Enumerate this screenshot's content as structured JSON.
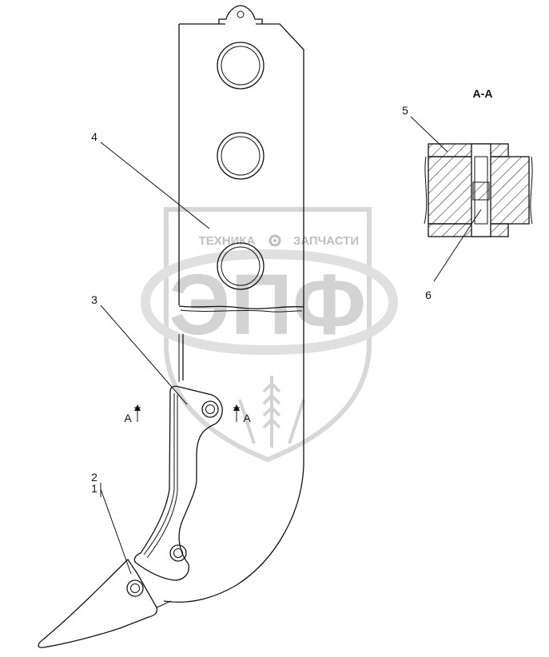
{
  "section_title": "A-A",
  "section_marks": [
    "A",
    "A"
  ],
  "callouts": {
    "c1": "1",
    "c2": "2",
    "c3": "3",
    "c4": "4",
    "c5": "5",
    "c6": "6"
  },
  "watermark": {
    "top_left": "ТЕХНИКА",
    "top_right": "ЗАПЧАСТИ",
    "logo": "ЭПФ"
  }
}
